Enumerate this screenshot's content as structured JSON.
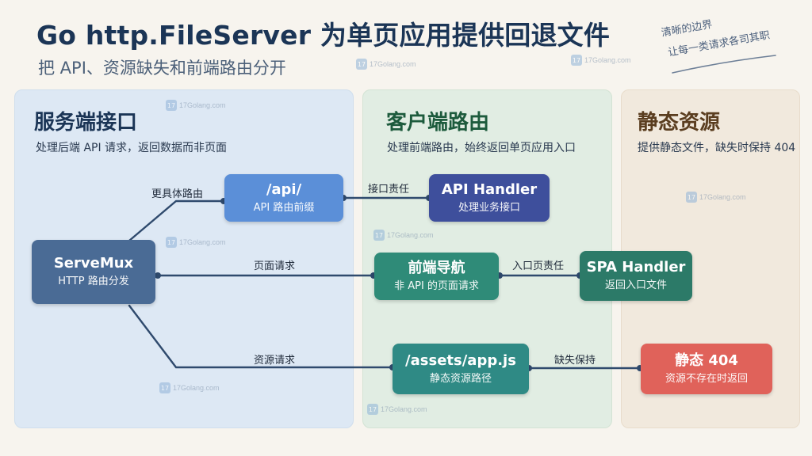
{
  "header": {
    "title": "Go http.FileServer 为单页应用提供回退文件",
    "subtitle": "把 API、资源缺失和前端路由分开",
    "note_line1": "清晰的边界",
    "note_line2": "让每一类请求各司其职"
  },
  "panels": {
    "server": {
      "title": "服务端接口",
      "desc": "处理后端 API 请求，返回数据而非页面"
    },
    "client": {
      "title": "客户端路由",
      "desc": "处理前端路由，始终返回单页应用入口"
    },
    "static": {
      "title": "静态资源",
      "desc": "提供静态文件，缺失时保持 404"
    }
  },
  "nodes": {
    "servemux": {
      "name": "ServeMux",
      "sub": "HTTP 路由分发",
      "color": "#4a6b95"
    },
    "api": {
      "name": "/api/",
      "sub": "API 路由前缀",
      "color": "#5b8fd8"
    },
    "api_handler": {
      "name": "API Handler",
      "sub": "处理业务接口",
      "color": "#3e4f9c"
    },
    "frontend_nav": {
      "name": "前端导航",
      "sub": "非 API 的页面请求",
      "color": "#2f8b78"
    },
    "spa_handler": {
      "name": "SPA Handler",
      "sub": "返回入口文件",
      "color": "#2c7a68"
    },
    "assets": {
      "name": "/assets/app.js",
      "sub": "静态资源路径",
      "color": "#2f8a85"
    },
    "static404": {
      "name": "静态 404",
      "sub": "资源不存在时返回",
      "color": "#e0625a"
    }
  },
  "edges": {
    "more_specific": "更具体路由",
    "api_duty": "接口责任",
    "page_request": "页面请求",
    "entry_duty": "入口页责任",
    "resource_request": "资源请求",
    "keep_missing": "缺失保持"
  },
  "watermark": {
    "text": "17Golang.com"
  },
  "colors": {
    "title": "#1b3556",
    "line": "#2f4a6d",
    "server_panel": "#dde8f4",
    "client_panel": "#e1ede3",
    "static_panel": "#f1e9dd"
  }
}
